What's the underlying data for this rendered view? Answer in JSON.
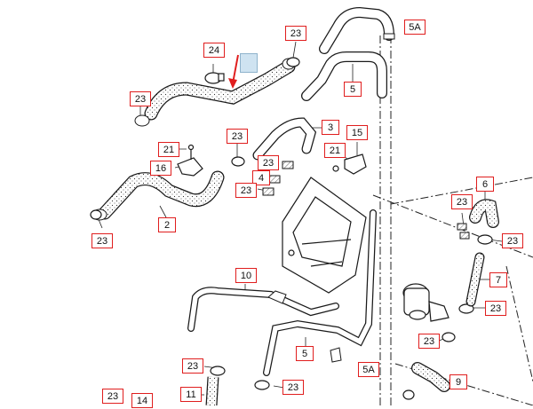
{
  "colors": {
    "callout_border": "#e01e1e",
    "line": "#1a1a1a",
    "hose_fill": "#ffffff",
    "highlight": "#cfe3f1",
    "arrow": "#e01e1e"
  },
  "callouts": [
    {
      "id": "c1",
      "label": "5A"
    },
    {
      "id": "c2",
      "label": "23"
    },
    {
      "id": "c3",
      "label": "24"
    },
    {
      "id": "c4",
      "label": "5"
    },
    {
      "id": "c5",
      "label": "23"
    },
    {
      "id": "c6",
      "label": "3"
    },
    {
      "id": "c7",
      "label": "23"
    },
    {
      "id": "c8",
      "label": "15"
    },
    {
      "id": "c9",
      "label": "21"
    },
    {
      "id": "c10",
      "label": "21"
    },
    {
      "id": "c11",
      "label": "16"
    },
    {
      "id": "c12",
      "label": "23"
    },
    {
      "id": "c13",
      "label": "4"
    },
    {
      "id": "c14",
      "label": "23"
    },
    {
      "id": "c15",
      "label": "2"
    },
    {
      "id": "c16",
      "label": "23"
    },
    {
      "id": "c17",
      "label": "6"
    },
    {
      "id": "c18",
      "label": "23"
    },
    {
      "id": "c19",
      "label": "23"
    },
    {
      "id": "c20",
      "label": "7"
    },
    {
      "id": "c21",
      "label": "10"
    },
    {
      "id": "c22",
      "label": "23"
    },
    {
      "id": "c23",
      "label": "23"
    },
    {
      "id": "c24",
      "label": "5"
    },
    {
      "id": "c25",
      "label": "23"
    },
    {
      "id": "c26",
      "label": "5A"
    },
    {
      "id": "c27",
      "label": "9"
    },
    {
      "id": "c28",
      "label": "23"
    },
    {
      "id": "c29",
      "label": "11"
    },
    {
      "id": "c30",
      "label": "14"
    },
    {
      "id": "c31",
      "label": "23"
    }
  ]
}
